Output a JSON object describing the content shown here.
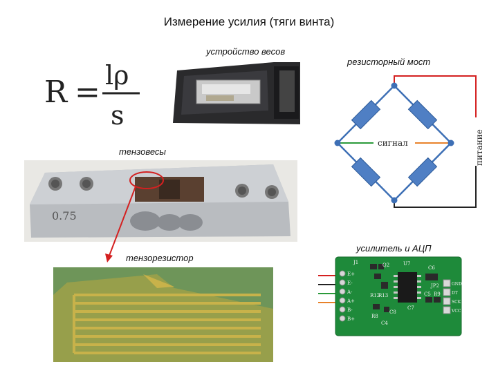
{
  "title": "Измерение усилия (тяги винта)",
  "formula": {
    "lhs": "R",
    "numerator": "lρ",
    "denominator": "s"
  },
  "labels": {
    "scale_device": "устройство весов",
    "bridge": "резисторный мост",
    "load_cell": "тензовесы",
    "strain_gauge": "тензорезистор",
    "amplifier": "усилитель и АЦП"
  },
  "bridge": {
    "signal": "сигнал",
    "power": "питание"
  },
  "load_cell_text": "0.75",
  "board": {
    "left_pins": [
      "E+",
      "E-",
      "A-",
      "A+",
      "B-",
      "B+"
    ],
    "right_pins": [
      "GND",
      "DT",
      "SCK",
      "VCC"
    ],
    "parts": [
      "J1",
      "Q2",
      "U7",
      "C6",
      "JP2",
      "R12",
      "R13",
      "C5",
      "R9",
      "R8",
      "C8",
      "C7",
      "C4"
    ]
  },
  "colors": {
    "wire_red": "#d42020",
    "wire_green": "#2a9a3a",
    "wire_orange": "#e8822a",
    "resistor_blue": "#3d6fb5",
    "board_green": "#1e8a3a"
  }
}
